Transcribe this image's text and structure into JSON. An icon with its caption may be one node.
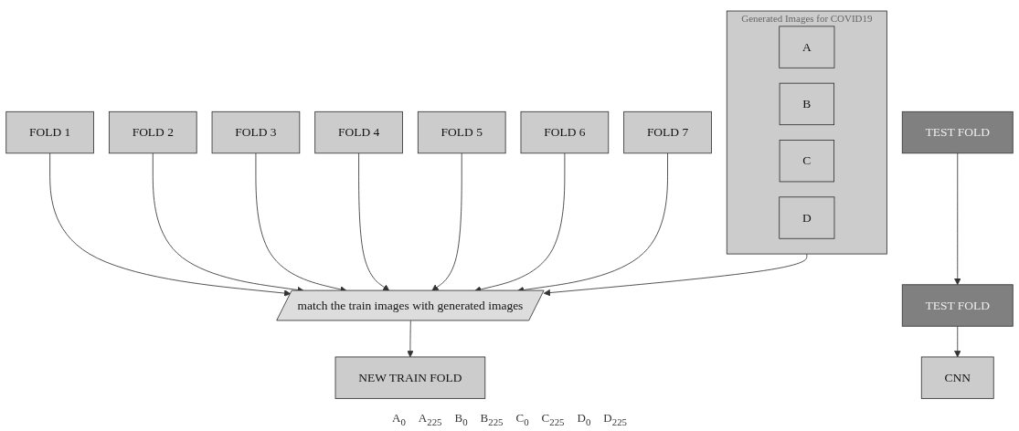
{
  "diagram": {
    "nodes": [
      {
        "text": [
          "FOLD 1"
        ]
      },
      {
        "text": [
          "FOLD 2"
        ]
      },
      {
        "text": [
          "FOLD 3"
        ]
      },
      {
        "text": [
          "FOLD 4"
        ]
      },
      {
        "text": [
          "FOLD 5"
        ]
      },
      {
        "text": [
          "FOLD 6"
        ]
      },
      {
        "text": [
          "FOLD 7"
        ]
      },
      {
        "text": [
          "TEST FOLD"
        ]
      },
      {
        "text": [
          "match the train images with generated images"
        ]
      },
      {
        "text": [
          "NEW TRAIN FOLD"
        ]
      },
      {
        "text": [
          "TEST FOLD"
        ]
      },
      {
        "text": [
          "CNN"
        ]
      },
      {
        "text": [
          "Generated Images for COVID19"
        ]
      },
      {
        "text": [
          "A"
        ],
        "in": 12
      },
      {
        "text": [
          "B"
        ],
        "in": 12
      },
      {
        "text": [
          "C"
        ],
        "in": 12
      },
      {
        "text": [
          "D"
        ],
        "in": 12
      }
    ],
    "edges": [
      {
        "from": 0,
        "to": 8,
        "arrow": "to"
      },
      {
        "from": 1,
        "to": 8,
        "arrow": "to"
      },
      {
        "from": 2,
        "to": 8,
        "arrow": "to"
      },
      {
        "from": 3,
        "to": 8,
        "arrow": "to"
      },
      {
        "from": 4,
        "to": 8,
        "arrow": "to"
      },
      {
        "from": 5,
        "to": 8,
        "arrow": "to"
      },
      {
        "from": 6,
        "to": 8,
        "arrow": "to"
      },
      {
        "from": 7,
        "to": 10,
        "arrow": "to"
      },
      {
        "from": 8,
        "to": 9,
        "arrow": "to"
      },
      {
        "from": 10,
        "to": 11,
        "arrow": "to"
      },
      {
        "from": 12,
        "to": 8,
        "arrow": "to"
      }
    ],
    "labels": [
      "A$_{0}$",
      "A$_{225}$",
      "B$_{0}$",
      "B$_{225}$",
      "C$_{0}$",
      "C$_{225}$",
      "D$_{0}$",
      "D$_{225}$"
    ]
  }
}
